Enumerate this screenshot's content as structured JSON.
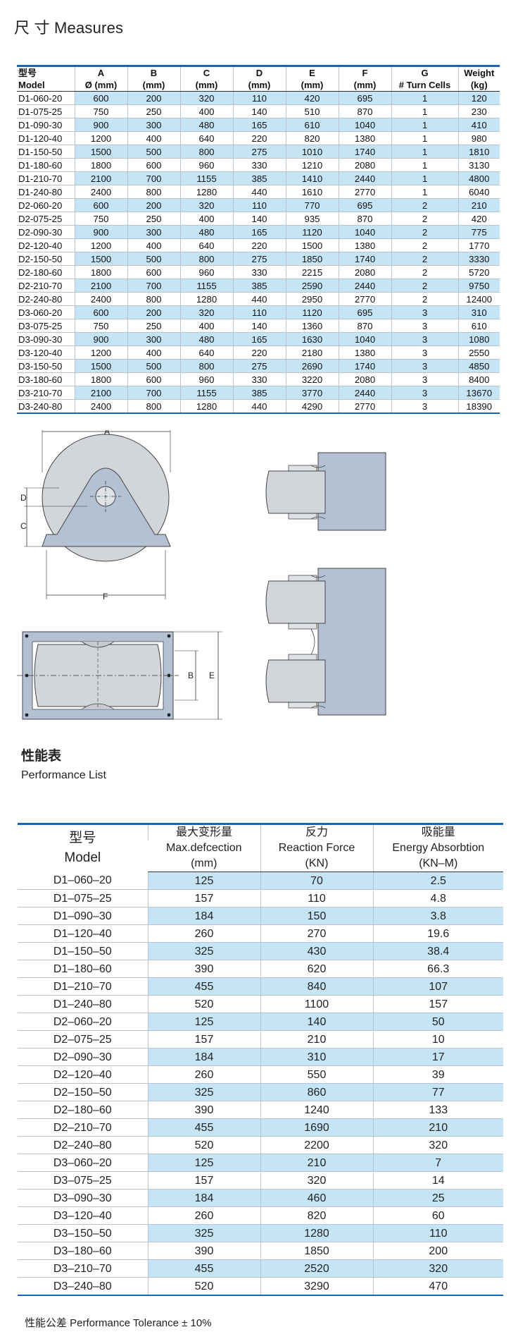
{
  "page": {
    "title": "尺 寸 Measures"
  },
  "measures": {
    "header_row1": [
      "型号",
      "A",
      "B",
      "C",
      "D",
      "E",
      "F",
      "G",
      "Weight"
    ],
    "header_row2": [
      "Model",
      "Ø (mm)",
      "(mm)",
      "(mm)",
      "(mm)",
      "(mm)",
      "(mm)",
      "# Turn Cells",
      "(kg)"
    ],
    "rows": [
      [
        "D1-060-20",
        "600",
        "200",
        "320",
        "110",
        "420",
        "695",
        "1",
        "120"
      ],
      [
        "D1-075-25",
        "750",
        "250",
        "400",
        "140",
        "510",
        "870",
        "1",
        "230"
      ],
      [
        "D1-090-30",
        "900",
        "300",
        "480",
        "165",
        "610",
        "1040",
        "1",
        "410"
      ],
      [
        "D1-120-40",
        "1200",
        "400",
        "640",
        "220",
        "820",
        "1380",
        "1",
        "980"
      ],
      [
        "D1-150-50",
        "1500",
        "500",
        "800",
        "275",
        "1010",
        "1740",
        "1",
        "1810"
      ],
      [
        "D1-180-60",
        "1800",
        "600",
        "960",
        "330",
        "1210",
        "2080",
        "1",
        "3130"
      ],
      [
        "D1-210-70",
        "2100",
        "700",
        "1155",
        "385",
        "1410",
        "2440",
        "1",
        "4800"
      ],
      [
        "D1-240-80",
        "2400",
        "800",
        "1280",
        "440",
        "1610",
        "2770",
        "1",
        "6040"
      ],
      [
        "D2-060-20",
        "600",
        "200",
        "320",
        "110",
        "770",
        "695",
        "2",
        "210"
      ],
      [
        "D2-075-25",
        "750",
        "250",
        "400",
        "140",
        "935",
        "870",
        "2",
        "420"
      ],
      [
        "D2-090-30",
        "900",
        "300",
        "480",
        "165",
        "1120",
        "1040",
        "2",
        "775"
      ],
      [
        "D2-120-40",
        "1200",
        "400",
        "640",
        "220",
        "1500",
        "1380",
        "2",
        "1770"
      ],
      [
        "D2-150-50",
        "1500",
        "500",
        "800",
        "275",
        "1850",
        "1740",
        "2",
        "3330"
      ],
      [
        "D2-180-60",
        "1800",
        "600",
        "960",
        "330",
        "2215",
        "2080",
        "2",
        "5720"
      ],
      [
        "D2-210-70",
        "2100",
        "700",
        "1155",
        "385",
        "2590",
        "2440",
        "2",
        "9750"
      ],
      [
        "D2-240-80",
        "2400",
        "800",
        "1280",
        "440",
        "2950",
        "2770",
        "2",
        "12400"
      ],
      [
        "D3-060-20",
        "600",
        "200",
        "320",
        "110",
        "1120",
        "695",
        "3",
        "310"
      ],
      [
        "D3-075-25",
        "750",
        "250",
        "400",
        "140",
        "1360",
        "870",
        "3",
        "610"
      ],
      [
        "D3-090-30",
        "900",
        "300",
        "480",
        "165",
        "1630",
        "1040",
        "3",
        "1080"
      ],
      [
        "D3-120-40",
        "1200",
        "400",
        "640",
        "220",
        "2180",
        "1380",
        "3",
        "2550"
      ],
      [
        "D3-150-50",
        "1500",
        "500",
        "800",
        "275",
        "2690",
        "1740",
        "3",
        "4850"
      ],
      [
        "D3-180-60",
        "1800",
        "600",
        "960",
        "330",
        "3220",
        "2080",
        "3",
        "8400"
      ],
      [
        "D3-210-70",
        "2100",
        "700",
        "1155",
        "385",
        "3770",
        "2440",
        "3",
        "13670"
      ],
      [
        "D3-240-80",
        "2400",
        "800",
        "1280",
        "440",
        "4290",
        "2770",
        "3",
        "18390"
      ]
    ],
    "shaded_rows": [
      0,
      2,
      4,
      6,
      8,
      10,
      12,
      14,
      16,
      18,
      20,
      22
    ],
    "shaded_cols": [
      1,
      2,
      3,
      4,
      5,
      6,
      7,
      8
    ],
    "colors": {
      "shade": "#c5e5f6",
      "rule": "#1a64b4"
    }
  },
  "diagram": {
    "labels": {
      "a": "A",
      "b": "B",
      "c": "C",
      "d": "D",
      "e": "E",
      "f": "F"
    },
    "colors": {
      "plate": "#b4c1d2",
      "roller": "#d2d5da",
      "line": "#333333"
    }
  },
  "performance": {
    "title_cn": "性能表",
    "title_en": "Performance List",
    "header": {
      "model_cn": "型号",
      "model_en": "Model",
      "cols": [
        {
          "cn": "最大变形量",
          "en": "Max.defcection",
          "unit": "(mm)"
        },
        {
          "cn": "反力",
          "en": "Reaction Force",
          "unit": "(KN)"
        },
        {
          "cn": "吸能量",
          "en": "Energy Absorbtion",
          "unit": "(KN–M)"
        }
      ]
    },
    "rows": [
      [
        "D1–060–20",
        "125",
        "70",
        "2.5"
      ],
      [
        "D1–075–25",
        "157",
        "110",
        "4.8"
      ],
      [
        "D1–090–30",
        "184",
        "150",
        "3.8"
      ],
      [
        "D1–120–40",
        "260",
        "270",
        "19.6"
      ],
      [
        "D1–150–50",
        "325",
        "430",
        "38.4"
      ],
      [
        "D1–180–60",
        "390",
        "620",
        "66.3"
      ],
      [
        "D1–210–70",
        "455",
        "840",
        "107"
      ],
      [
        "D1–240–80",
        "520",
        "1100",
        "157"
      ],
      [
        "D2–060–20",
        "125",
        "140",
        "50"
      ],
      [
        "D2–075–25",
        "157",
        "210",
        "10"
      ],
      [
        "D2–090–30",
        "184",
        "310",
        "17"
      ],
      [
        "D2–120–40",
        "260",
        "550",
        "39"
      ],
      [
        "D2–150–50",
        "325",
        "860",
        "77"
      ],
      [
        "D2–180–60",
        "390",
        "1240",
        "133"
      ],
      [
        "D2–210–70",
        "455",
        "1690",
        "210"
      ],
      [
        "D2–240–80",
        "520",
        "2200",
        "320"
      ],
      [
        "D3–060–20",
        "125",
        "210",
        "7"
      ],
      [
        "D3–075–25",
        "157",
        "320",
        "14"
      ],
      [
        "D3–090–30",
        "184",
        "460",
        "25"
      ],
      [
        "D3–120–40",
        "260",
        "820",
        "60"
      ],
      [
        "D3–150–50",
        "325",
        "1280",
        "110"
      ],
      [
        "D3–180–60",
        "390",
        "1850",
        "200"
      ],
      [
        "D3–210–70",
        "455",
        "2520",
        "320"
      ],
      [
        "D3–240–80",
        "520",
        "3290",
        "470"
      ]
    ],
    "shaded_rows": [
      0,
      2,
      4,
      6,
      8,
      10,
      12,
      14,
      16,
      18,
      20,
      22
    ],
    "shaded_cols": [
      1,
      2,
      3
    ],
    "tolerance": "性能公差  Performance Tolerance ± 10%"
  }
}
